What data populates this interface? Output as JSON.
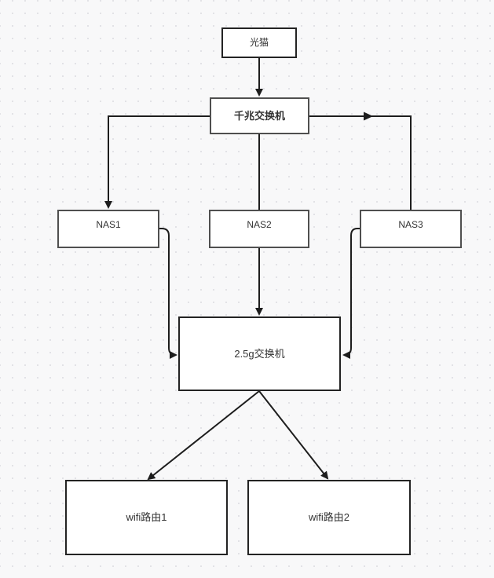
{
  "diagram": {
    "type": "network-topology-flowchart",
    "canvas": {
      "background_color": "#f8f8f9",
      "dot_color": "#e2e2e6",
      "node_fill": "#ffffff",
      "node_border_dark": "#232323",
      "node_border_gray": "#4f4f4f",
      "edge_color": "#1d1d1d",
      "text_color": "#333333"
    },
    "nodes": [
      {
        "id": "modem",
        "label": "光猫"
      },
      {
        "id": "gigabit-switch",
        "label": "千兆交换机"
      },
      {
        "id": "nas1",
        "label": "NAS1"
      },
      {
        "id": "nas2",
        "label": "NAS2"
      },
      {
        "id": "nas3",
        "label": "NAS3"
      },
      {
        "id": "switch-2-5g",
        "label": "2.5g交换机"
      },
      {
        "id": "wifi-router-1",
        "label": "wifi路由1"
      },
      {
        "id": "wifi-router-2",
        "label": "wifi路由2"
      }
    ],
    "edges": [
      {
        "from": "modem",
        "to": "gigabit-switch",
        "arrow": true
      },
      {
        "from": "gigabit-switch",
        "to": "nas1",
        "arrow": true
      },
      {
        "from": "gigabit-switch",
        "to": "nas2",
        "arrow": false
      },
      {
        "from": "gigabit-switch",
        "to": "nas3",
        "arrow": true,
        "note": "arrowhead mid-line"
      },
      {
        "from": "nas1",
        "to": "switch-2-5g",
        "arrow": true
      },
      {
        "from": "nas2",
        "to": "switch-2-5g",
        "arrow": true
      },
      {
        "from": "nas3",
        "to": "switch-2-5g",
        "arrow": true
      },
      {
        "from": "switch-2-5g",
        "to": "wifi-router-1",
        "arrow": true
      },
      {
        "from": "switch-2-5g",
        "to": "wifi-router-2",
        "arrow": true
      }
    ]
  }
}
